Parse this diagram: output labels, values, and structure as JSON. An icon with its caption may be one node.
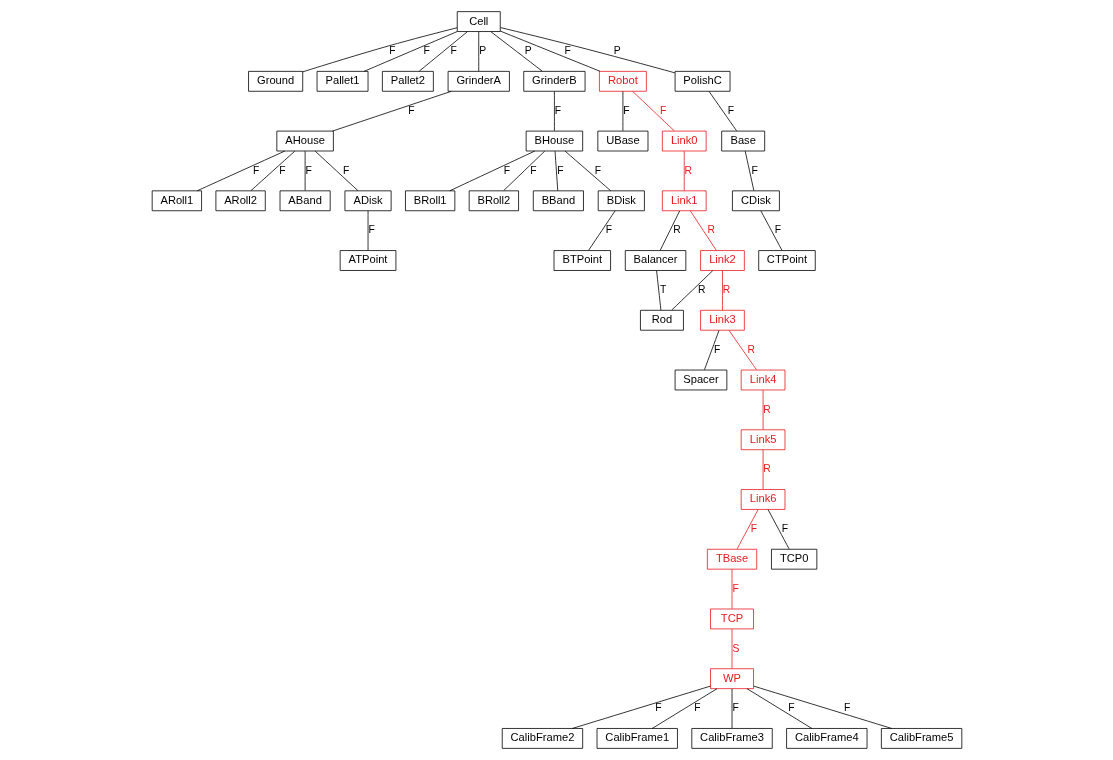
{
  "diagram": {
    "nodes": [
      {
        "text": [
          "Ground"
        ]
      },
      {
        "text": [
          "Cell"
        ]
      },
      {
        "text": [
          "Pallet1"
        ]
      },
      {
        "text": [
          "Pallet2"
        ]
      },
      {
        "text": [
          "GrinderA"
        ]
      },
      {
        "text": [
          "GrinderB"
        ]
      },
      {
        "text": [
          "Robot"
        ]
      },
      {
        "text": [
          "UBase"
        ]
      },
      {
        "text": [
          "AHouse"
        ]
      },
      {
        "text": [
          "BHouse"
        ]
      },
      {
        "text": [
          "Link0"
        ]
      },
      {
        "text": [
          "PolishC"
        ]
      },
      {
        "text": [
          "ARoll1"
        ]
      },
      {
        "text": [
          "BRoll1"
        ]
      },
      {
        "text": [
          "Link1"
        ]
      },
      {
        "text": [
          "Balancer"
        ]
      },
      {
        "text": [
          "ARoll2"
        ]
      },
      {
        "text": [
          "BRoll2"
        ]
      },
      {
        "text": [
          "Base"
        ]
      },
      {
        "text": [
          "ABand"
        ]
      },
      {
        "text": [
          "BBand"
        ]
      },
      {
        "text": [
          "Link2"
        ]
      },
      {
        "text": [
          "Rod"
        ]
      },
      {
        "text": [
          "CDisk"
        ]
      },
      {
        "text": [
          "ADisk"
        ]
      },
      {
        "text": [
          "BDisk"
        ]
      },
      {
        "text": [
          "Link3"
        ]
      },
      {
        "text": [
          "Spacer"
        ]
      },
      {
        "text": [
          "CTPoint"
        ]
      },
      {
        "text": [
          "ATPoint"
        ]
      },
      {
        "text": [
          "BTPoint"
        ]
      },
      {
        "text": [
          "Link4"
        ]
      },
      {
        "text": [
          "Link5"
        ]
      },
      {
        "text": [
          "CalibFrame2"
        ]
      },
      {
        "text": [
          "CalibFrame1"
        ]
      },
      {
        "text": [
          "CalibFrame3"
        ]
      },
      {
        "text": [
          "WP"
        ]
      },
      {
        "text": [
          "TCP"
        ]
      },
      {
        "text": [
          "TBase"
        ]
      },
      {
        "text": [
          "Link6"
        ]
      },
      {
        "text": [
          "TCP0"
        ]
      },
      {
        "text": [
          "CalibFrame4"
        ]
      },
      {
        "text": [
          "CalibFrame5"
        ]
      }
    ],
    "edges": [
      {
        "from": 1,
        "to": 0,
        "arrow": "none",
        "label": "F"
      },
      {
        "from": 1,
        "to": 2,
        "arrow": "none",
        "label": "F"
      },
      {
        "from": 1,
        "to": 3,
        "arrow": "none",
        "label": "F"
      },
      {
        "from": 1,
        "to": 11,
        "arrow": "none",
        "label": "P"
      },
      {
        "from": 1,
        "to": 4,
        "arrow": "none",
        "label": "P"
      },
      {
        "from": 1,
        "to": 5,
        "arrow": "none",
        "label": "P"
      },
      {
        "from": 1,
        "to": 6,
        "arrow": "none",
        "label": "F"
      },
      {
        "from": 6,
        "to": 7,
        "arrow": "none",
        "label": "F"
      },
      {
        "from": 4,
        "to": 8,
        "arrow": "none",
        "label": "F"
      },
      {
        "from": 5,
        "to": 9,
        "arrow": "none",
        "label": "F"
      },
      {
        "from": 8,
        "to": 12,
        "arrow": "none",
        "label": "F"
      },
      {
        "from": 8,
        "to": 16,
        "arrow": "none",
        "label": "F"
      },
      {
        "from": 8,
        "to": 19,
        "arrow": "none",
        "label": "F"
      },
      {
        "from": 8,
        "to": 24,
        "arrow": "none",
        "label": "F"
      },
      {
        "from": 24,
        "to": 29,
        "arrow": "none",
        "label": "F"
      },
      {
        "from": 9,
        "to": 13,
        "arrow": "none",
        "label": "F"
      },
      {
        "from": 9,
        "to": 17,
        "arrow": "none",
        "label": "F"
      },
      {
        "from": 9,
        "to": 20,
        "arrow": "none",
        "label": "F"
      },
      {
        "from": 9,
        "to": 25,
        "arrow": "none",
        "label": "F"
      },
      {
        "from": 25,
        "to": 30,
        "arrow": "none",
        "label": "F"
      },
      {
        "from": 11,
        "to": 18,
        "arrow": "none",
        "label": "F"
      },
      {
        "from": 18,
        "to": 23,
        "arrow": "none",
        "label": "F"
      },
      {
        "from": 23,
        "to": 28,
        "arrow": "none",
        "label": "F"
      },
      {
        "from": 6,
        "to": 10,
        "arrow": "none",
        "label": "F",
        "color": "#e8191f"
      },
      {
        "from": 10,
        "to": 14,
        "arrow": "none",
        "label": "R",
        "color": "#e8191f"
      },
      {
        "from": 14,
        "to": 15,
        "arrow": "none",
        "label": "R"
      },
      {
        "from": 15,
        "to": 22,
        "arrow": "none",
        "label": "T"
      },
      {
        "from": 14,
        "to": 21,
        "arrow": "none",
        "label": "R",
        "color": "#e8191f"
      },
      {
        "from": 21,
        "to": 22,
        "arrow": "none",
        "label": "R"
      },
      {
        "from": 21,
        "to": 26,
        "arrow": "none",
        "label": "R",
        "color": "#e8191f"
      },
      {
        "from": 26,
        "to": 27,
        "arrow": "none",
        "label": "F"
      },
      {
        "from": 26,
        "to": 31,
        "arrow": "none",
        "label": "R",
        "color": "#e8191f"
      },
      {
        "from": 31,
        "to": 32,
        "arrow": "none",
        "label": "R",
        "color": "#e8191f"
      },
      {
        "from": 32,
        "to": 39,
        "arrow": "none",
        "label": "R",
        "color": "#e8191f"
      },
      {
        "from": 39,
        "to": 40,
        "arrow": "none",
        "label": "F"
      },
      {
        "from": 39,
        "to": 38,
        "arrow": "none",
        "label": "F",
        "color": "#e8191f"
      },
      {
        "from": 38,
        "to": 37,
        "arrow": "none",
        "label": "F",
        "color": "#e8191f"
      },
      {
        "from": 37,
        "to": 36,
        "arrow": "none",
        "label": "S",
        "color": "#e8191f"
      },
      {
        "from": 36,
        "to": 34,
        "arrow": "none",
        "label": "F"
      },
      {
        "from": 36,
        "to": 33,
        "arrow": "none",
        "label": "F"
      },
      {
        "from": 36,
        "to": 35,
        "arrow": "none",
        "label": "F"
      },
      {
        "from": 36,
        "to": 41,
        "arrow": "none",
        "label": "F"
      },
      {
        "from": 36,
        "to": 42,
        "arrow": "none",
        "label": "F"
      }
    ]
  }
}
